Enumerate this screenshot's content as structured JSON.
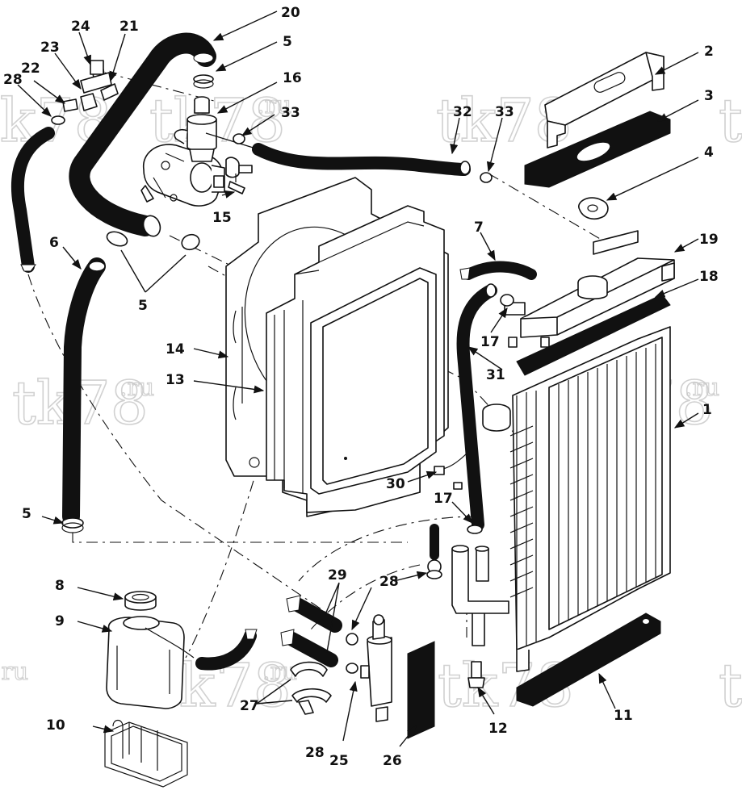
{
  "watermark": {
    "brand": "tk78",
    "suffix": ".ru"
  },
  "callouts": [
    {
      "id": "c1",
      "text": "1"
    },
    {
      "id": "c2",
      "text": "2"
    },
    {
      "id": "c3",
      "text": "3"
    },
    {
      "id": "c4",
      "text": "4"
    },
    {
      "id": "c5a",
      "text": "5"
    },
    {
      "id": "c5b",
      "text": "5"
    },
    {
      "id": "c5c",
      "text": "5"
    },
    {
      "id": "c6",
      "text": "6"
    },
    {
      "id": "c7",
      "text": "7"
    },
    {
      "id": "c8",
      "text": "8"
    },
    {
      "id": "c9",
      "text": "9"
    },
    {
      "id": "c10",
      "text": "10"
    },
    {
      "id": "c11",
      "text": "11"
    },
    {
      "id": "c12",
      "text": "12"
    },
    {
      "id": "c13",
      "text": "13"
    },
    {
      "id": "c14",
      "text": "14"
    },
    {
      "id": "c15",
      "text": "15"
    },
    {
      "id": "c16",
      "text": "16"
    },
    {
      "id": "c17a",
      "text": "17"
    },
    {
      "id": "c17b",
      "text": "17"
    },
    {
      "id": "c18",
      "text": "18"
    },
    {
      "id": "c19",
      "text": "19"
    },
    {
      "id": "c20",
      "text": "20"
    },
    {
      "id": "c21",
      "text": "21"
    },
    {
      "id": "c22",
      "text": "22"
    },
    {
      "id": "c23",
      "text": "23"
    },
    {
      "id": "c24",
      "text": "24"
    },
    {
      "id": "c25",
      "text": "25"
    },
    {
      "id": "c26",
      "text": "26"
    },
    {
      "id": "c27",
      "text": "27"
    },
    {
      "id": "c28a",
      "text": "28"
    },
    {
      "id": "c28b",
      "text": "28"
    },
    {
      "id": "c28c",
      "text": "28"
    },
    {
      "id": "c29",
      "text": "29"
    },
    {
      "id": "c30",
      "text": "30"
    },
    {
      "id": "c31",
      "text": "31"
    },
    {
      "id": "c32",
      "text": "32"
    },
    {
      "id": "c33a",
      "text": "33"
    },
    {
      "id": "c33b",
      "text": "33"
    }
  ]
}
